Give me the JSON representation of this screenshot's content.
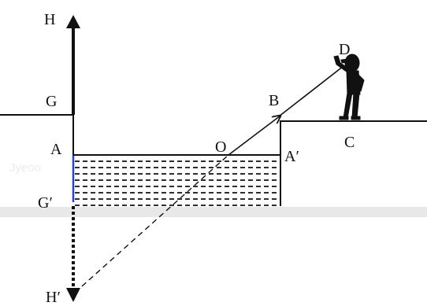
{
  "labels": {
    "H": "H",
    "G": "G",
    "A": "A",
    "G_prime": "G′",
    "H_prime": "H′",
    "O": "O",
    "B": "B",
    "A_prime": "A′",
    "C": "C",
    "D": "D"
  },
  "watermark": "Jyeoo",
  "colors": {
    "line": "#111111",
    "pool_side": "#2a3fd6",
    "ground_band": "#e8e8e8"
  }
}
